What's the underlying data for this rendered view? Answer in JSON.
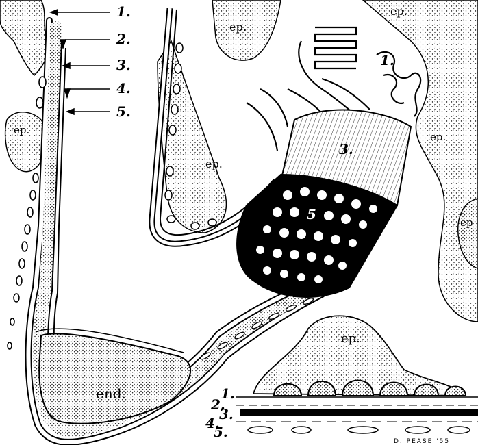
{
  "leader_labels": [
    "1.",
    "2.",
    "3.",
    "4.",
    "5."
  ],
  "inline_labels": {
    "one": "1.",
    "three": "3.",
    "five": "5"
  },
  "region_labels": {
    "ep_top_left": "ep.",
    "ep_top_right": "ep.",
    "ep_left_outer": "ep.",
    "ep_middle": "ep.",
    "ep_right_upper": "ep.",
    "ep_right_edge": "ep",
    "ep_bottom": "ep.",
    "end": "end."
  },
  "layer_labels": [
    "1.",
    "2.",
    "3.",
    "4.",
    "5."
  ],
  "signature": "D. PEASE '55"
}
